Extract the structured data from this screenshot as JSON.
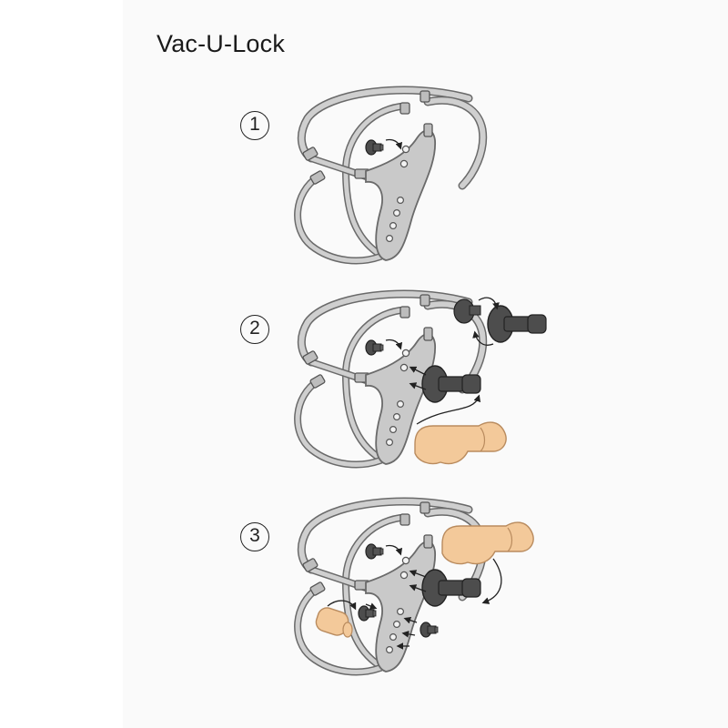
{
  "title": "Vac-U-Lock",
  "steps": [
    {
      "number": "1"
    },
    {
      "number": "2"
    },
    {
      "number": "3"
    }
  ],
  "colors": {
    "harness_fill": "#c9c9c9",
    "harness_stroke": "#6a6a6a",
    "plug_fill": "#4d4d4d",
    "dildo_fill": "#f3c99a",
    "background": "#fafafa"
  }
}
